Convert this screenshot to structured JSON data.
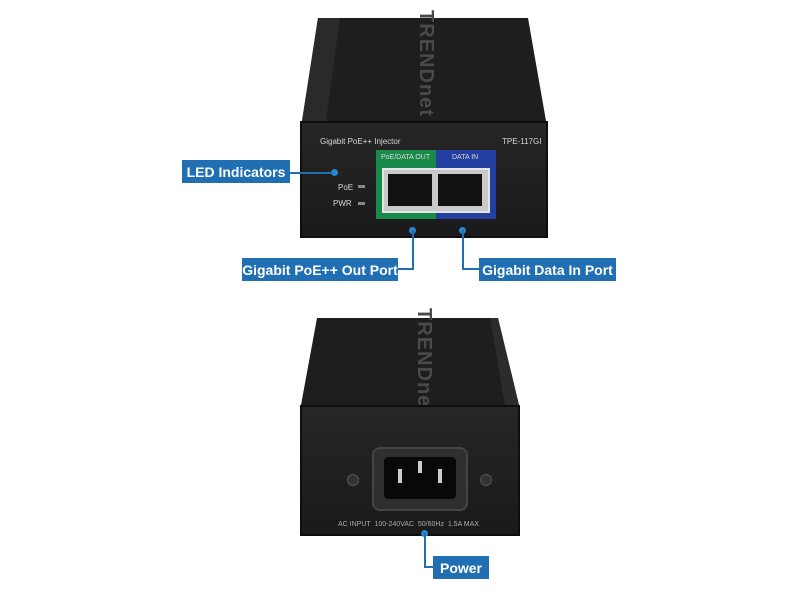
{
  "top_device": {
    "logo": "TRENDnet",
    "product_name": "Gigabit PoE++ Injector",
    "model": "TPE-117GI",
    "port_labels": {
      "out": "PoE/DATA OUT",
      "in": "DATA IN"
    },
    "leds": [
      "PoE",
      "PWR"
    ]
  },
  "bottom_device": {
    "logo": "TRENDnet",
    "power_rating": "AC INPUT  100-240VAC  50/60Hz  1.5A MAX"
  },
  "callouts": {
    "led": "LED Indicators",
    "poe_out": "Gigabit PoE++ Out Port",
    "data_in": "Gigabit Data In Port",
    "power": "Power"
  },
  "colors": {
    "callout": "#1f6fb2",
    "poe_out_panel": "#1a8a4a",
    "data_in_panel": "#233fa0"
  }
}
